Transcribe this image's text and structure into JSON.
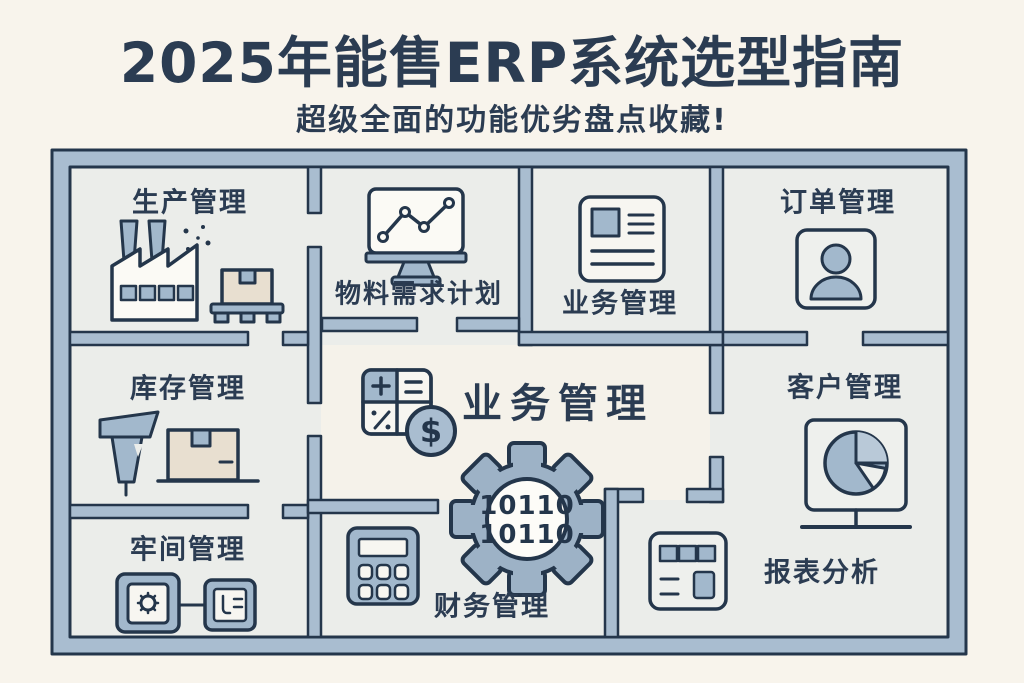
{
  "header": {
    "title": "2025年能售ERP系统选型指南",
    "subtitle": "超级全面的功能优劣盘点收藏!"
  },
  "colors": {
    "page_background": "#f8f4ec",
    "ink_dark_navy": "#2b3c52",
    "wall_fill": "#a9bdd0",
    "room_fill": "#ebedea",
    "hall_fill": "#f5f2ea",
    "icon_blue": "#a2b8cc",
    "icon_blue_light": "#b9c9d8",
    "box_tan": "#e8dfd0",
    "icon_white": "#f7f6f1"
  },
  "rooms": [
    {
      "id": "production",
      "label": "生产管理",
      "icon": "factory-pallet-icon"
    },
    {
      "id": "mrp",
      "label": "物料需求计划",
      "icon": "monitor-line-chart-icon"
    },
    {
      "id": "business_top",
      "label": "业务管理",
      "icon": "document-icon"
    },
    {
      "id": "orders",
      "label": "订单管理",
      "icon": "user-icon"
    },
    {
      "id": "inventory",
      "label": "库存管理",
      "icon": "barcode-scanner-box-icon"
    },
    {
      "id": "hall",
      "label": "业务管理",
      "icon": "calculator-dollar-icon"
    },
    {
      "id": "customers",
      "label": "客户管理",
      "icon": "monitor-pie-chart-icon"
    },
    {
      "id": "workshop",
      "label": "牢间管理",
      "icon": "machine-gear-panel-icon"
    },
    {
      "id": "finance",
      "label": "财务管理",
      "icon": "gear-binary-calculator-icon"
    },
    {
      "id": "reports",
      "label": "报表分析",
      "icon": "dashboard-grid-icon"
    }
  ],
  "gear_binary": {
    "line1": "10110",
    "line2": "10110"
  },
  "coin_symbol": "$"
}
